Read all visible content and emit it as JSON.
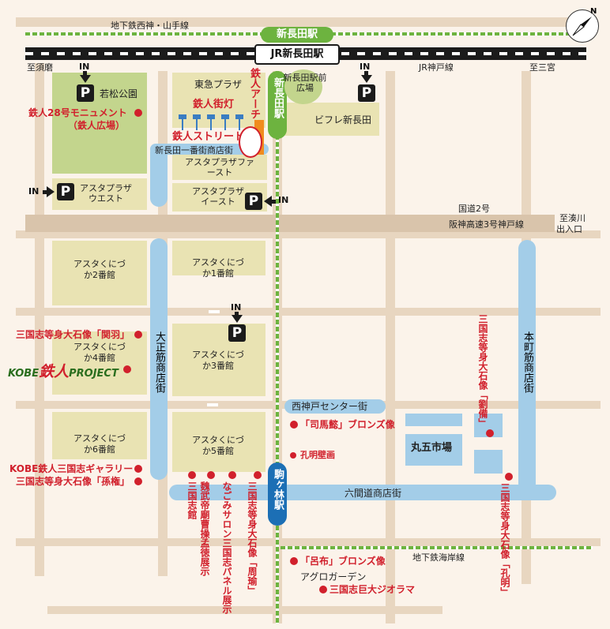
{
  "colors": {
    "background": "#fbf3ea",
    "road": "#e8d6c0",
    "block": "#e9e3b3",
    "park": "#c3d58d",
    "shopping_street": "#a3cde8",
    "subway": "#6db33f",
    "jr": "#1b1b1b",
    "highlight": "#d1202c",
    "station_box": "#4db4e4"
  },
  "compass": {
    "label": "N"
  },
  "rail": {
    "subway_seishin": "地下鉄西神・山手線",
    "shin_nagata_subway": "新長田駅",
    "jr_station": "JR新長田駅",
    "to_suma": "至須磨",
    "jr_kobe_line": "JR神戸線",
    "to_sannomiya": "至三宮",
    "subway_kaigan": "地下鉄海岸線"
  },
  "stations": {
    "shin_nagata": "新長田駅",
    "komagabayashi": "駒ヶ林駅",
    "plaza": "新長田駅前広場"
  },
  "parking_in": "IN",
  "parking_p": "P",
  "places": {
    "wakamatsu_park": "若松公園",
    "tokyu_plaza": "東急プラザ",
    "bifure": "ビフレ新長田",
    "asta_first": "アスタプラザファースト",
    "asta_west": "アスタプラザウエスト",
    "asta_east": "アスタプラザイースト",
    "asta2": "アスタくにづか2番館",
    "asta1": "アスタくにづか1番館",
    "asta4": "アスタくにづか4番館",
    "asta3": "アスタくにづか3番館",
    "asta6": "アスタくにづか6番館",
    "asta5": "アスタくにづか5番館",
    "marugo": "丸五市場",
    "agro": "アグロガーデン"
  },
  "streets": {
    "ichibangai": "新長田一番街商店街",
    "taisho": "大正筋商店街",
    "honmachi": "本町筋商店街",
    "nishikobe": "西神戸センター街",
    "rokkenmichi": "六間道商店街",
    "route2": "国道2号",
    "hanshin_expwy": "阪神高速3号神戸線",
    "to_minatogawa": "至湊川",
    "exit_entrance": "出入口"
  },
  "attractions": {
    "monument": "鉄人28号モニュメント",
    "monument_sub": "（鉄人広場）",
    "arch": "鉄人アーチ",
    "streetlight": "鉄人街灯",
    "tetsujin_street": "鉄人ストリート",
    "sekiu": "三国志等身大石像「関羽」",
    "kobe_project_a": "KOBE",
    "kobe_project_b": "鉄人",
    "kobe_project_c": "PROJECT",
    "gallery": "KOBE鉄人三国志ギャラリー",
    "sonken": "三国志等身大石像「孫権」",
    "shibai": "「司馬懿」ブロンズ像",
    "komei_mural": "孔明壁画",
    "ryobi": "三国志等身大石像「劉備」",
    "komei": "三国志等身大石像「孔明」",
    "sangokushikan": "三国志館",
    "gibu": "魏武帝廟曹操孟徳展示",
    "nagomi": "なごみサロン三国志パネル展示",
    "shuyu": "三国志等身大石像「周瑜」",
    "ryofu": "「呂布」ブロンズ像",
    "diorama": "三国志巨大ジオラマ"
  }
}
